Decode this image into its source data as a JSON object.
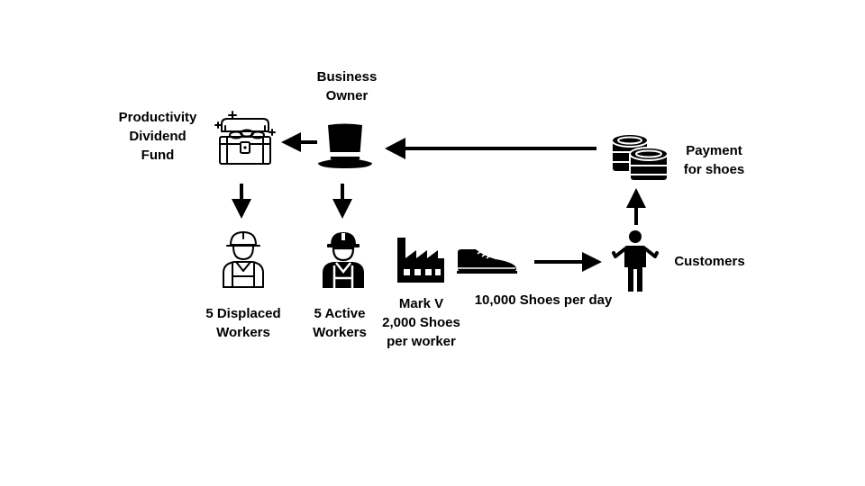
{
  "colors": {
    "ink": "#000000",
    "background": "#ffffff"
  },
  "labels": {
    "business_owner": [
      "Business",
      "Owner"
    ],
    "dividend_fund": [
      "Productivity",
      "Dividend",
      "Fund"
    ],
    "payment": [
      "Payment",
      "for shoes"
    ],
    "customers": "Customers",
    "displaced_workers": [
      "5 Displaced",
      "Workers"
    ],
    "active_workers": [
      "5 Active",
      "Workers"
    ],
    "factory": [
      "Mark V",
      "2,000 Shoes",
      "per worker"
    ],
    "output": "10,000 Shoes per day"
  },
  "icons": {
    "fund": "treasure-chest-icon",
    "owner": "top-hat-icon",
    "payment": "coin-stack-icon",
    "displaced": "worker-outline-icon",
    "active": "worker-filled-icon",
    "factory": "factory-icon",
    "shoe": "shoe-icon",
    "customer": "person-shrugging-icon"
  }
}
